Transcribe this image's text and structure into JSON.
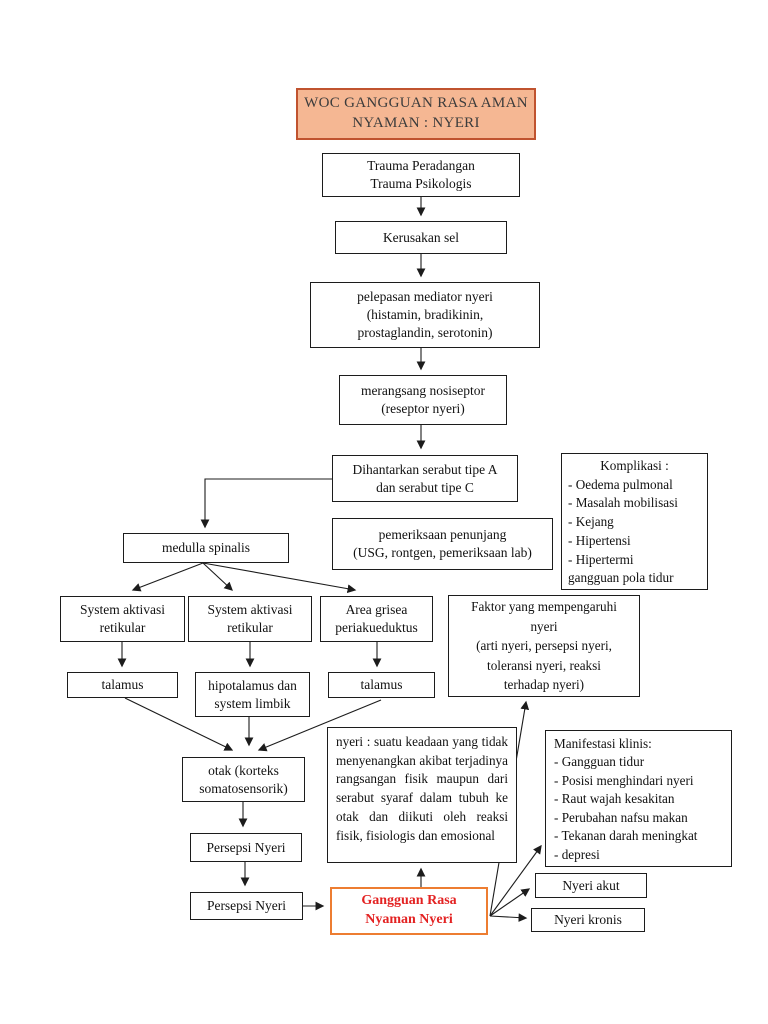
{
  "title": {
    "text": "WOC GANGGUAN RASA AMAN\nNYAMAN : NYERI",
    "fill": "#F5B793",
    "border": "#C0532F",
    "text_color": "#3C3C3C"
  },
  "accent": {
    "gangguan_border": "#ED7D31",
    "gangguan_text": "#E32222",
    "line_color": "#1c1c1c"
  },
  "nodes": {
    "trauma": "Trauma Peradangan\nTrauma Psikologis",
    "kerusakan": "Kerusakan sel",
    "pelepasan": "pelepasan mediator nyeri\n(histamin, bradikinin,\nprostaglandin, serotonin)",
    "merangsang": "merangsang nosiseptor\n(reseptor nyeri)",
    "dihantarkan": "Dihantarkan serabut tipe A\ndan serabut tipe C",
    "komplikasi_title": "Komplikasi :",
    "komplikasi_items": "- Oedema pulmonal\n- Masalah mobilisasi\n- Kejang\n- Hipertensi\n- Hipertermi\n  gangguan pola tidur",
    "medulla": "medulla spinalis",
    "pemeriksaan": "pemeriksaan penunjang\n(USG, rontgen, pemeriksaan lab)",
    "sar_left": "System aktivasi\nretikular",
    "sar_mid": "System aktivasi\nretikular",
    "area_grisea": "Area grisea\nperiakueduktus",
    "faktor": "Faktor yang mempengaruhi\nnyeri\n(arti nyeri, persepsi nyeri,\ntoleransi nyeri, reaksi\nterhadap nyeri)",
    "talamus_left": "talamus",
    "hipotalamus": "hipotalamus dan\nsystem limbik",
    "talamus_right": "talamus",
    "otak": "otak (korteks\nsomatosensorik)",
    "nyeri_def": "nyeri : suatu keadaan yang tidak menyenangkan akibat terjadinya rangsangan fisik maupun dari serabut syaraf dalam tubuh ke otak dan diikuti oleh reaksi fisik, fisiologis dan emosional",
    "manifestasi_title": "Manifestasi klinis:",
    "manifestasi_items": "- Gangguan tidur\n- Posisi menghindari nyeri\n- Raut wajah kesakitan\n- Perubahan nafsu makan\n- Tekanan darah meningkat\n- depresi",
    "persepsi_1": "Persepsi Nyeri",
    "persepsi_2": "Persepsi Nyeri",
    "gangguan": "Gangguan Rasa\nNyaman Nyeri",
    "nyeri_akut": "Nyeri akut",
    "nyeri_kronis": "Nyeri kronis"
  }
}
